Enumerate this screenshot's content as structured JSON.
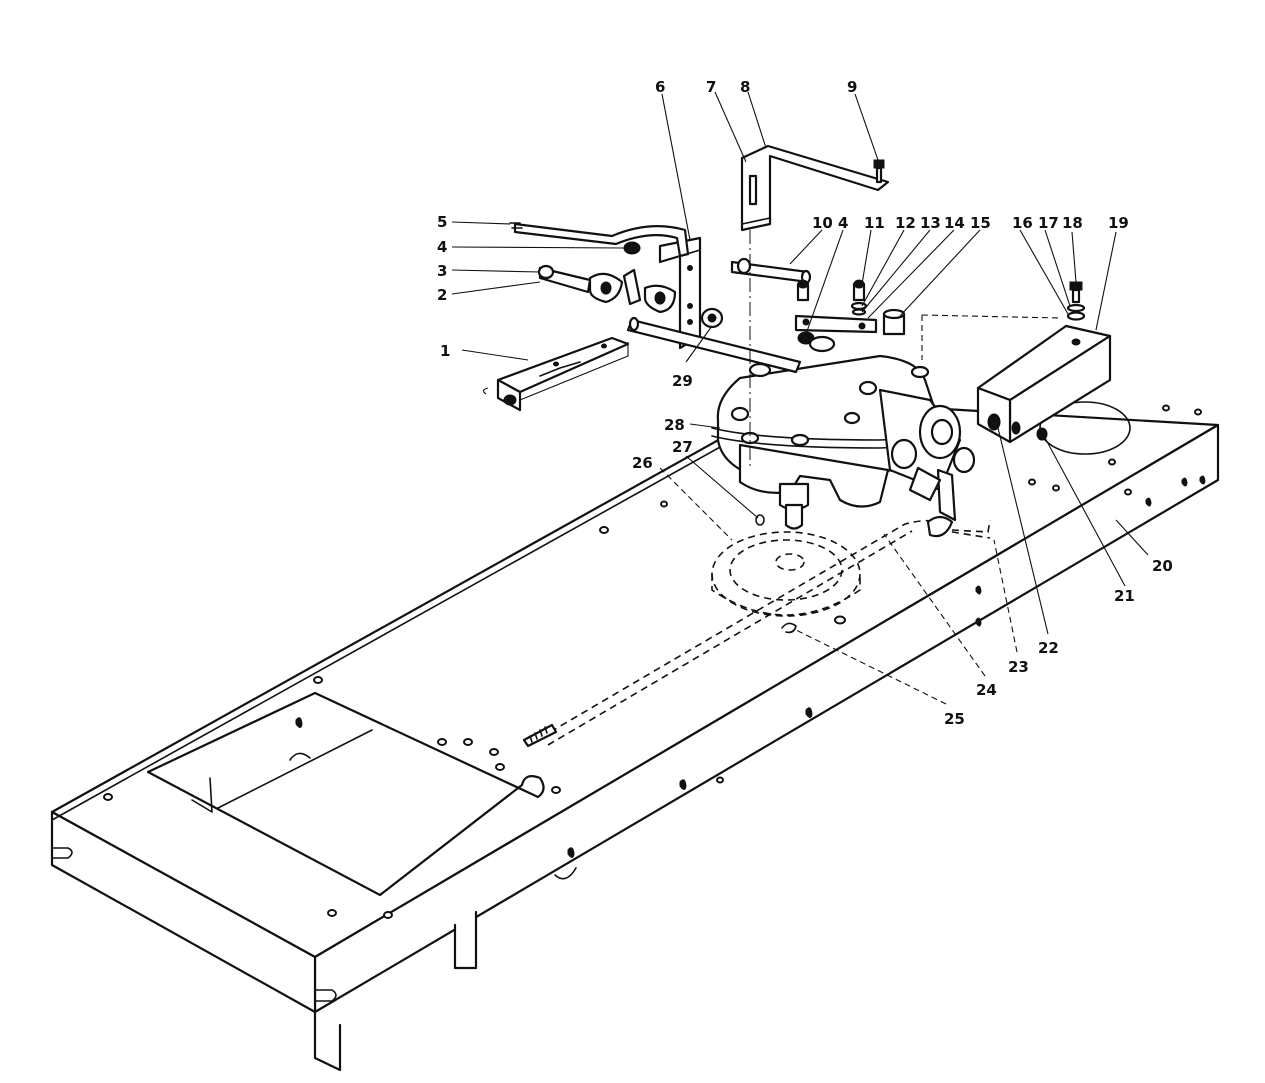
{
  "callouts": [
    {
      "n": "1"
    },
    {
      "n": "2"
    },
    {
      "n": "3"
    },
    {
      "n": "4"
    },
    {
      "n": "5"
    },
    {
      "n": "6"
    },
    {
      "n": "7"
    },
    {
      "n": "8"
    },
    {
      "n": "9"
    },
    {
      "n": "10"
    },
    {
      "n": "4"
    },
    {
      "n": "11"
    },
    {
      "n": "12"
    },
    {
      "n": "13"
    },
    {
      "n": "14"
    },
    {
      "n": "15"
    },
    {
      "n": "16"
    },
    {
      "n": "17"
    },
    {
      "n": "18"
    },
    {
      "n": "19"
    },
    {
      "n": "20"
    },
    {
      "n": "21"
    },
    {
      "n": "22"
    },
    {
      "n": "23"
    },
    {
      "n": "24"
    },
    {
      "n": "25"
    },
    {
      "n": "26"
    },
    {
      "n": "27"
    },
    {
      "n": "28"
    },
    {
      "n": "29"
    }
  ]
}
